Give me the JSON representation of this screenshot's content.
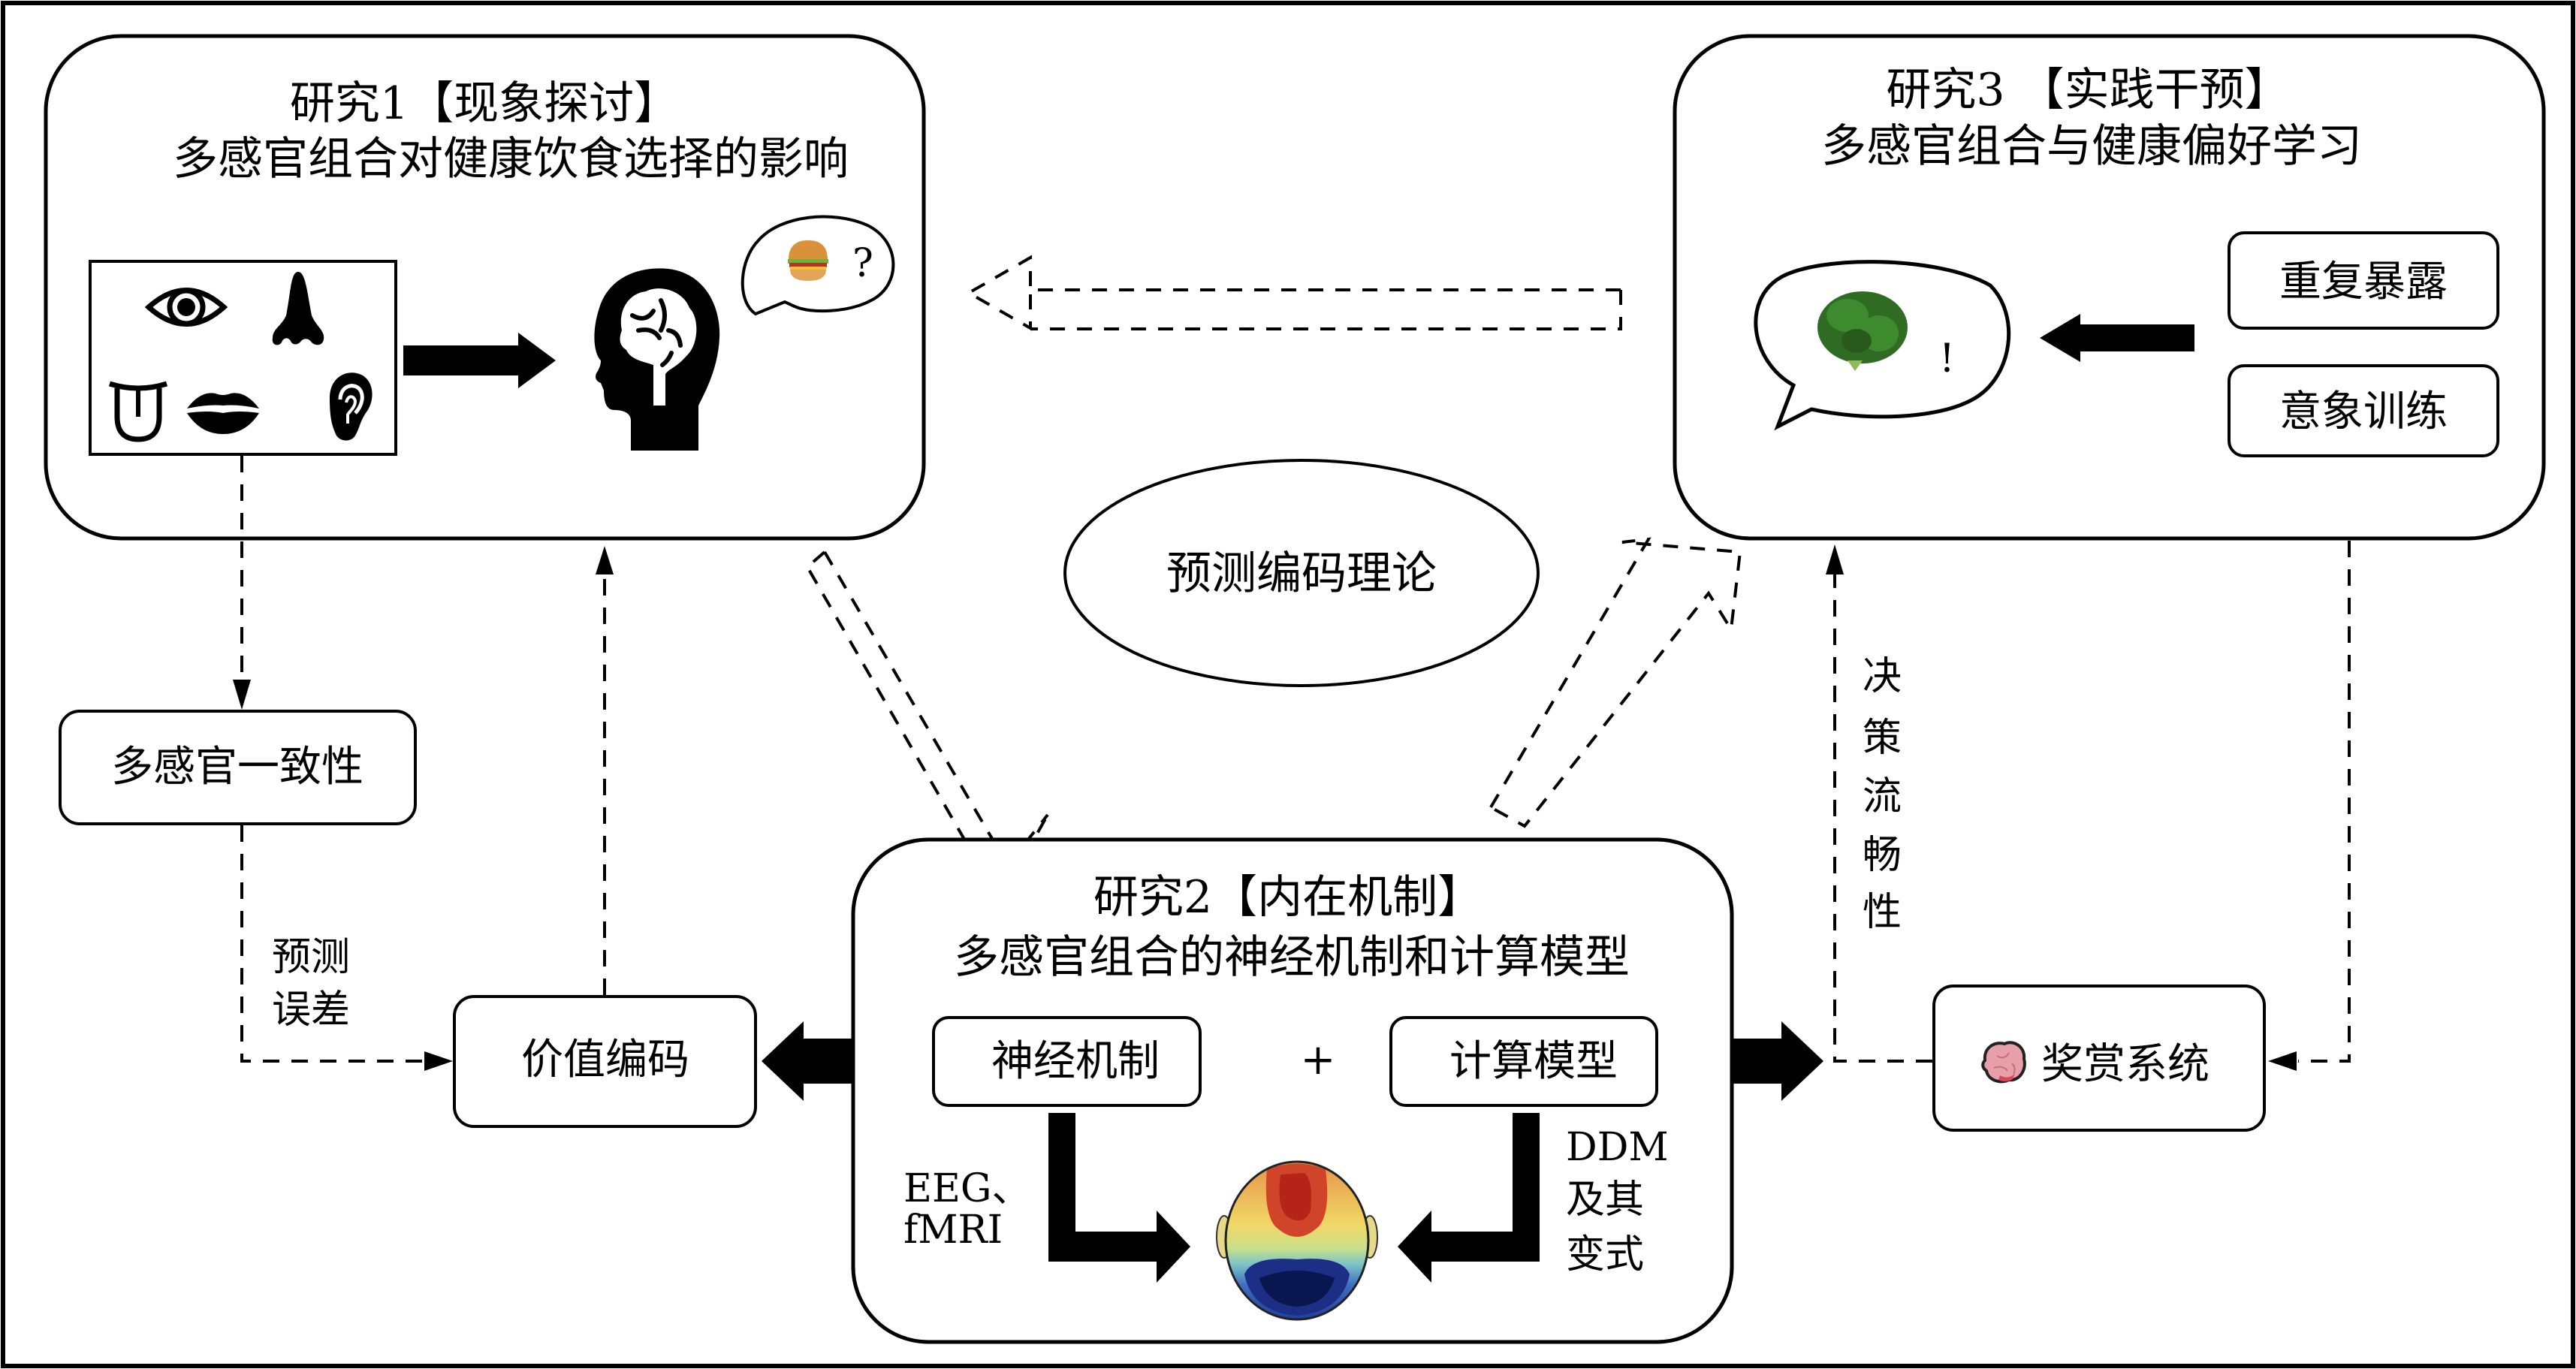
{
  "study1": {
    "title": "研究1【现象探讨】",
    "subtitle": "多感官组合对健康饮食选择的影响",
    "senses": [
      "eye",
      "nose",
      "tongue",
      "lips",
      "ear"
    ],
    "thought_mark": "?",
    "thought_item": "hamburger"
  },
  "study2": {
    "title": "研究2【内在机制】",
    "subtitle": "多感官组合的神经机制和计算模型",
    "left_box": "神经机制",
    "plus": "+",
    "right_box": "计算模型",
    "left_methods": [
      "EEG、",
      "fMRI"
    ],
    "right_methods": [
      "DDM",
      "及其",
      "变式"
    ],
    "image": "eeg-topography"
  },
  "study3": {
    "title": "研究3 【实践干预】",
    "subtitle": "多感官组合与健康偏好学习",
    "interventions": [
      "重复暴露",
      "意象训练"
    ],
    "thought_mark": "!",
    "thought_item": "spinach"
  },
  "center": {
    "theory": "预测编码理论"
  },
  "side_nodes": {
    "congruency": "多感官一致性",
    "prediction_error": [
      "预测",
      "误差"
    ],
    "value_coding": "价值编码",
    "reward_system": "奖赏系统",
    "decision_fluency": [
      "决",
      "策",
      "流",
      "畅",
      "性"
    ]
  },
  "colors": {
    "stroke": "#000000",
    "background": "#ffffff",
    "eeg_hot": "#c0281c",
    "eeg_cold": "#0a1650",
    "spinach": "#2f6b22",
    "brain_pink": "#e8a0a8"
  }
}
